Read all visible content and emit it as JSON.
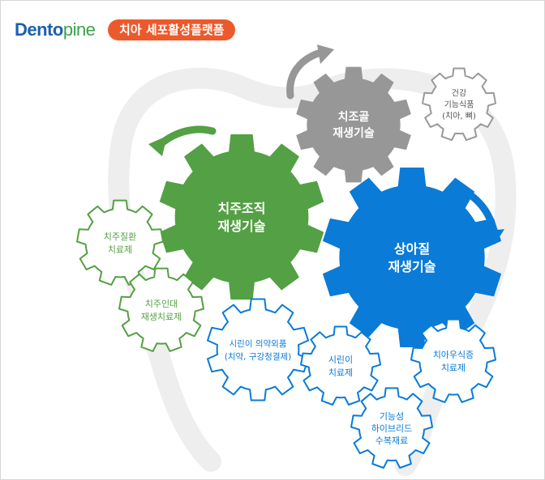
{
  "brand": {
    "logo_text_a": "Dento",
    "logo_text_b": "pine",
    "badge": "치아 세포활성플랫폼"
  },
  "colors": {
    "green": "#54a044",
    "blue": "#0a7bd6",
    "gray": "#979797",
    "outline_gray": "#999999",
    "tooth_bg": "#eeeeee",
    "badge": "#ec5a2c"
  },
  "gears": [
    {
      "id": "periodontal-regen",
      "lines": [
        "치주조직",
        "재생기술"
      ],
      "style": "filled",
      "color": "green",
      "size": "large"
    },
    {
      "id": "enamel-regen",
      "lines": [
        "상아질",
        "재생기술"
      ],
      "style": "filled",
      "color": "blue",
      "size": "large"
    },
    {
      "id": "bone-regen",
      "lines": [
        "치조골",
        "재생기술"
      ],
      "style": "filled",
      "color": "gray",
      "size": "medium"
    },
    {
      "id": "health-food",
      "lines": [
        "건강",
        "기능식품",
        "(치아, 뼈)"
      ],
      "style": "outline",
      "color": "outline_gray",
      "size": "small"
    },
    {
      "id": "periodontal-disease",
      "lines": [
        "치주질환",
        "치료제"
      ],
      "style": "outline",
      "color": "green",
      "size": "small"
    },
    {
      "id": "periodontal-ligament",
      "lines": [
        "치주인대",
        "재생치료제"
      ],
      "style": "outline",
      "color": "green",
      "size": "small"
    },
    {
      "id": "sensitivity-quasi-drug",
      "lines": [
        "시린이 의약외품",
        "(치약, 구강청결제)"
      ],
      "style": "outline",
      "color": "blue",
      "size": "small"
    },
    {
      "id": "sensitivity-treatment",
      "lines": [
        "시린이",
        "치료제"
      ],
      "style": "outline",
      "color": "blue",
      "size": "small"
    },
    {
      "id": "caries-treatment",
      "lines": [
        "치아우식증",
        "치료제"
      ],
      "style": "outline",
      "color": "blue",
      "size": "small"
    },
    {
      "id": "hybrid-restorative",
      "lines": [
        "기능성",
        "하이브리드",
        "수복재료"
      ],
      "style": "outline",
      "color": "blue",
      "size": "small"
    }
  ],
  "arrows": [
    {
      "id": "gray-arrow",
      "color": "gray"
    },
    {
      "id": "green-arrow",
      "color": "green"
    },
    {
      "id": "blue-arrow",
      "color": "blue"
    }
  ]
}
